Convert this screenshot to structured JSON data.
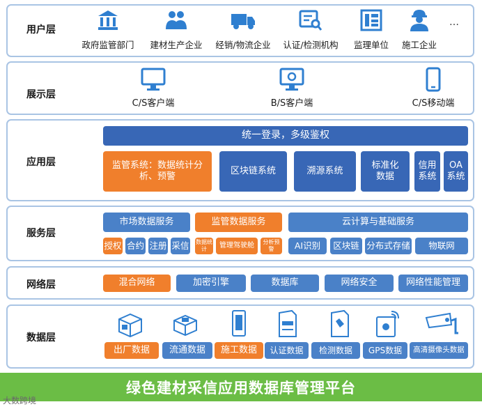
{
  "user_layer": {
    "label": "用户层",
    "items": [
      "政府监管部门",
      "建材生产企业",
      "经销/物流企业",
      "认证/检测机构",
      "监理单位",
      "施工企业"
    ],
    "more": "…",
    "icons": [
      "government-building-icon",
      "people-icon",
      "truck-icon",
      "certificate-search-icon",
      "supervision-icon",
      "worker-icon"
    ]
  },
  "display_layer": {
    "label": "展示层",
    "items": [
      "C/S客户端",
      "B/S客户端",
      "C/S移动端"
    ],
    "icons": [
      "desktop-monitor-icon",
      "web-browser-icon",
      "mobile-phone-icon"
    ]
  },
  "app_layer": {
    "label": "应用层",
    "top": "统一登录，多级鉴权",
    "regulation": "监管系统：数据统计分析、预警",
    "blockchain": "区块链系统",
    "trace": "溯源系统",
    "standard": "标准化数据",
    "credit": "信用系统",
    "oa": "OA系统"
  },
  "service_layer": {
    "label": "服务层",
    "market": "市场数据服务",
    "market_subs": [
      "授权",
      "合约",
      "注册",
      "采信"
    ],
    "regulatory": "监管数据服务",
    "regulatory_subs": [
      "数据统计",
      "管理驾驶舱",
      "分析预警"
    ],
    "cloud": "云计算与基础服务",
    "cloud_subs": [
      "AI识别",
      "区块链",
      "分布式存储",
      "物联网"
    ]
  },
  "network_layer": {
    "label": "网络层",
    "items": [
      "混合网络",
      "加密引擎",
      "数据库",
      "网络安全",
      "网络性能管理"
    ]
  },
  "data_layer": {
    "label": "数据层",
    "items": [
      "出厂数据",
      "流通数据",
      "施工数据",
      "认证数据",
      "检测数据",
      "GPS数据",
      "高清摄像头数据"
    ],
    "icons": [
      "factory-box-icon",
      "circulation-box-icon",
      "construction-doc-icon",
      "certification-doc-icon",
      "inspection-doc-icon",
      "gps-icon",
      "camera-icon"
    ]
  },
  "platform_title": "绿色建材采信应用数据库管理平台",
  "watermark": "大数跨境",
  "colors": {
    "blue": "#4a81c8",
    "dark_blue": "#3867b6",
    "orange": "#f07f2c",
    "green": "#6bbd45",
    "border": "#a9c4e4",
    "icon_blue": "#2f7fd0"
  }
}
